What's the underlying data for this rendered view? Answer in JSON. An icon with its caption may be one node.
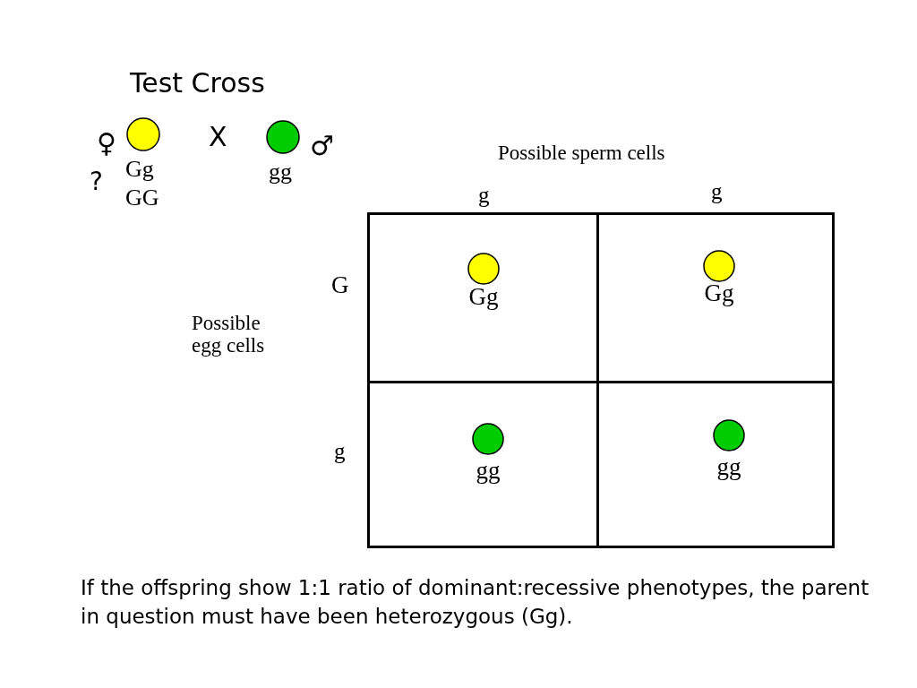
{
  "diagram": {
    "title": "Test Cross",
    "caption": "If the offspring show 1:1 ratio of dominant:recessive phenotypes, the parent in question must have been heterozygous (Gg).",
    "nodes": [
      {
        "text": [
          "Gg"
        ]
      },
      {
        "text": [
          "Gg"
        ]
      },
      {
        "text": [
          "gg"
        ]
      },
      {
        "text": [
          "gg"
        ]
      }
    ],
    "labels": [
      "♀",
      "Gg",
      "?",
      "GG",
      "X",
      "gg",
      "♂",
      "Possible sperm cells",
      "g",
      "g",
      "G",
      "Possible egg cells",
      "g"
    ]
  }
}
